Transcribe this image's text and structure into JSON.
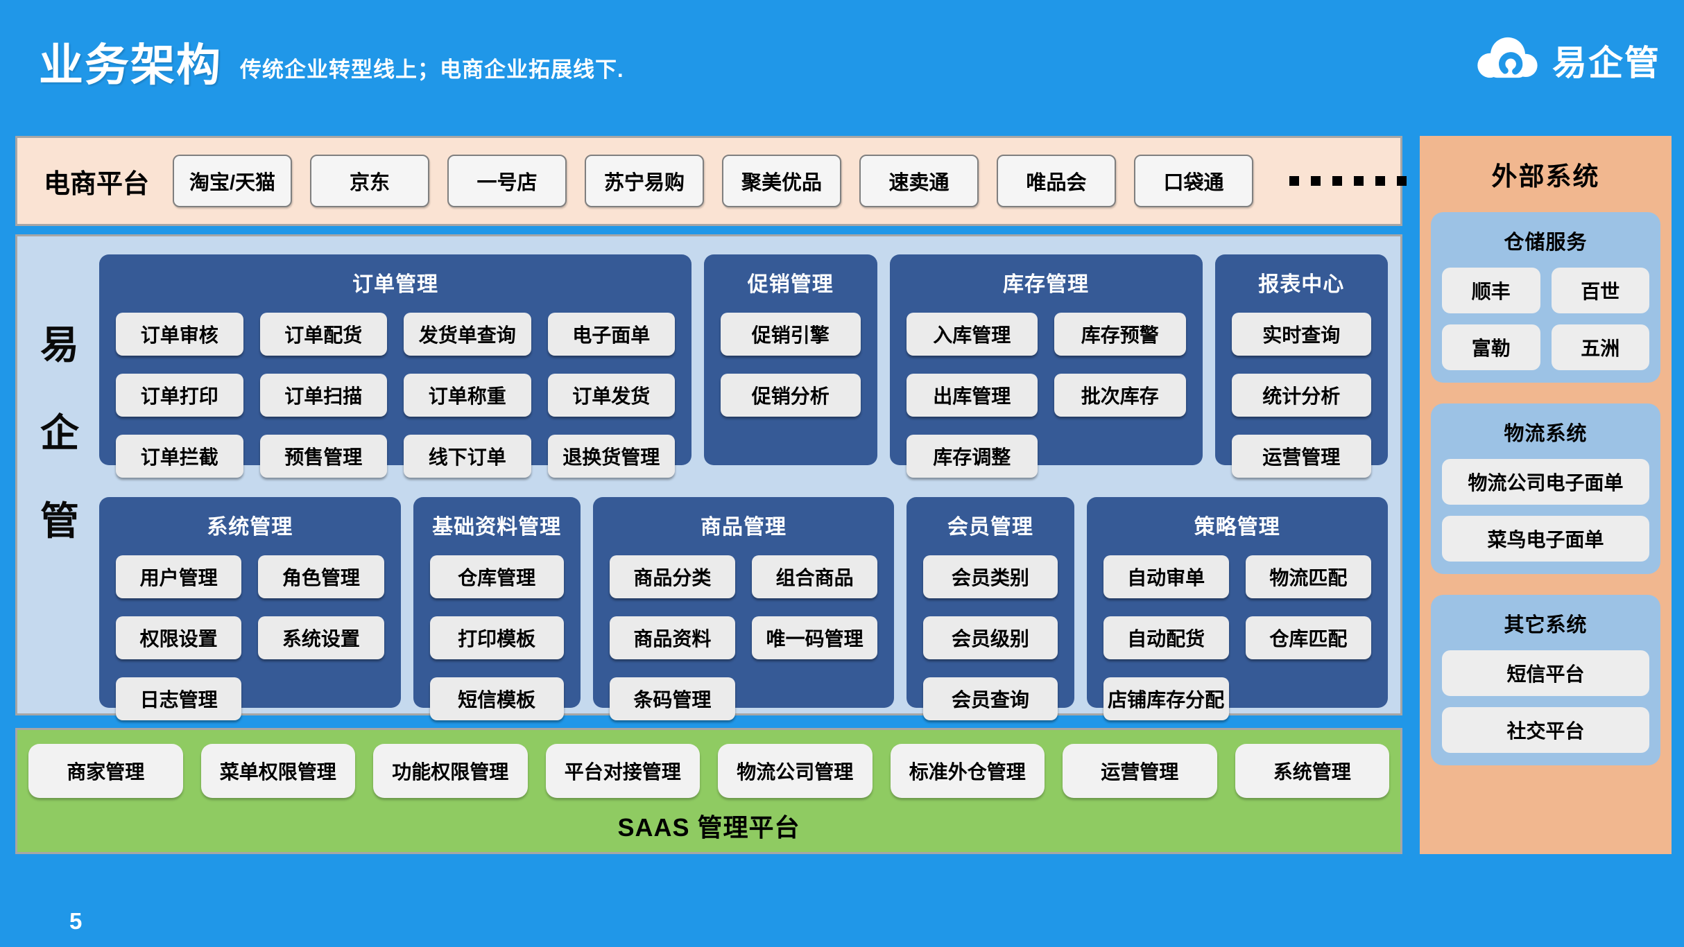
{
  "page": {
    "title": "业务架构",
    "subtitle": "传统企业转型线上；电商企业拓展线下.",
    "page_number": "5"
  },
  "logo": {
    "text": "易企管",
    "icon": "cloud-swirl-logo-icon"
  },
  "colors": {
    "background": "#2097E8",
    "strip_peach": "#FAE3D3",
    "sidebar_salmon": "#F1B78F",
    "core_light_blue": "#C5D9EE",
    "module_dark_blue": "#365A96",
    "saas_green": "#8FCB62",
    "chip_gray": "#EBEBEB",
    "border_gray": "#A6A6A6"
  },
  "ecommerce_strip": {
    "label": "电商平台",
    "platforms": [
      "淘宝/天猫",
      "京东",
      "一号店",
      "苏宁易购",
      "聚美优品",
      "速卖通",
      "唯品会",
      "口袋通"
    ],
    "more": "......"
  },
  "core": {
    "vertical_label": "易企管",
    "rows": [
      [
        {
          "title": "订单管理",
          "cols": 4,
          "items": [
            "订单审核",
            "订单配货",
            "发货单查询",
            "电子面单",
            "订单打印",
            "订单扫描",
            "订单称重",
            "订单发货",
            "订单拦截",
            "预售管理",
            "线下订单",
            "退换货管理"
          ]
        },
        {
          "title": "促销管理",
          "cols": 1,
          "items": [
            "促销引擎",
            "促销分析"
          ]
        },
        {
          "title": "库存管理",
          "cols": 2,
          "items": [
            "入库管理",
            "库存预警",
            "出库管理",
            "批次库存",
            "库存调整"
          ]
        },
        {
          "title": "报表中心",
          "cols": 1,
          "items": [
            "实时查询",
            "统计分析",
            "运营管理"
          ]
        }
      ],
      [
        {
          "title": "系统管理",
          "cols": 2,
          "items": [
            "用户管理",
            "角色管理",
            "权限设置",
            "系统设置",
            "日志管理"
          ]
        },
        {
          "title": "基础资料管理",
          "cols": 1,
          "items": [
            "仓库管理",
            "打印模板",
            "短信模板"
          ]
        },
        {
          "title": "商品管理",
          "cols": 2,
          "items": [
            "商品分类",
            "组合商品",
            "商品资料",
            "唯一码管理",
            "条码管理"
          ]
        },
        {
          "title": "会员管理",
          "cols": 1,
          "items": [
            "会员类别",
            "会员级别",
            "会员查询"
          ]
        },
        {
          "title": "策略管理",
          "cols": 2,
          "items": [
            "自动审单",
            "物流匹配",
            "自动配货",
            "仓库匹配",
            "店铺库存分配"
          ]
        }
      ]
    ]
  },
  "saas_bar": {
    "title": "SAAS 管理平台",
    "items": [
      "商家管理",
      "菜单权限管理",
      "功能权限管理",
      "平台对接管理",
      "物流公司管理",
      "标准外仓管理",
      "运营管理",
      "系统管理"
    ]
  },
  "external": {
    "title": "外部系统",
    "sections": [
      {
        "title": "仓储服务",
        "cols": 2,
        "items": [
          "顺丰",
          "百世",
          "富勒",
          "五洲"
        ]
      },
      {
        "title": "物流系统",
        "cols": 1,
        "items": [
          "物流公司电子面单",
          "菜鸟电子面单"
        ]
      },
      {
        "title": "其它系统",
        "cols": 1,
        "items": [
          "短信平台",
          "社交平台"
        ]
      }
    ]
  }
}
